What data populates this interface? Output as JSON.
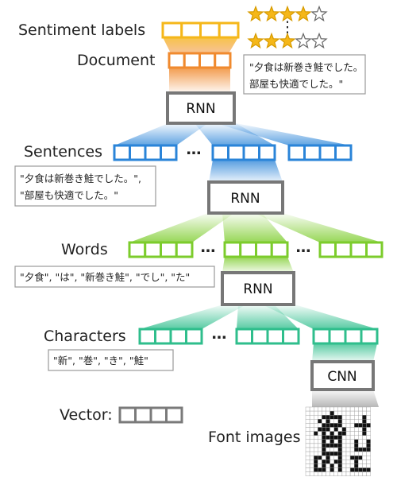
{
  "colors": {
    "gold": "#f5b719",
    "orange": "#f08a2e",
    "blue": "#2a84d8",
    "green": "#7ccc2c",
    "teal": "#2fbe8c",
    "gray": "#7a7a7a"
  },
  "labels": {
    "sentiment": "Sentiment labels",
    "document": "Document",
    "sentences": "Sentences",
    "words": "Words",
    "characters": "Characters",
    "vector": "Vector:",
    "font_images": "Font images"
  },
  "modules": {
    "rnn": "RNN",
    "cnn": "CNN"
  },
  "ellipsis": "…",
  "quotes": {
    "document": [
      "\"夕食は新巻き鮭でした。",
      "部屋も快適でした。\""
    ],
    "sentences": [
      "\"夕食は新巻き鮭でした。\",",
      "\"部屋も快適でした。\""
    ],
    "words": [
      "\"夕食\", \"は\", \"新巻き鮭\", \"でし\", \"た\""
    ],
    "characters": [
      "\"新\", \"巻\", \"き\", \"鮭\""
    ]
  },
  "ratings": [
    {
      "filled": 4,
      "total": 5
    },
    {
      "filled": 3,
      "total": 5
    }
  ],
  "vertical_ellipsis": "⋮"
}
